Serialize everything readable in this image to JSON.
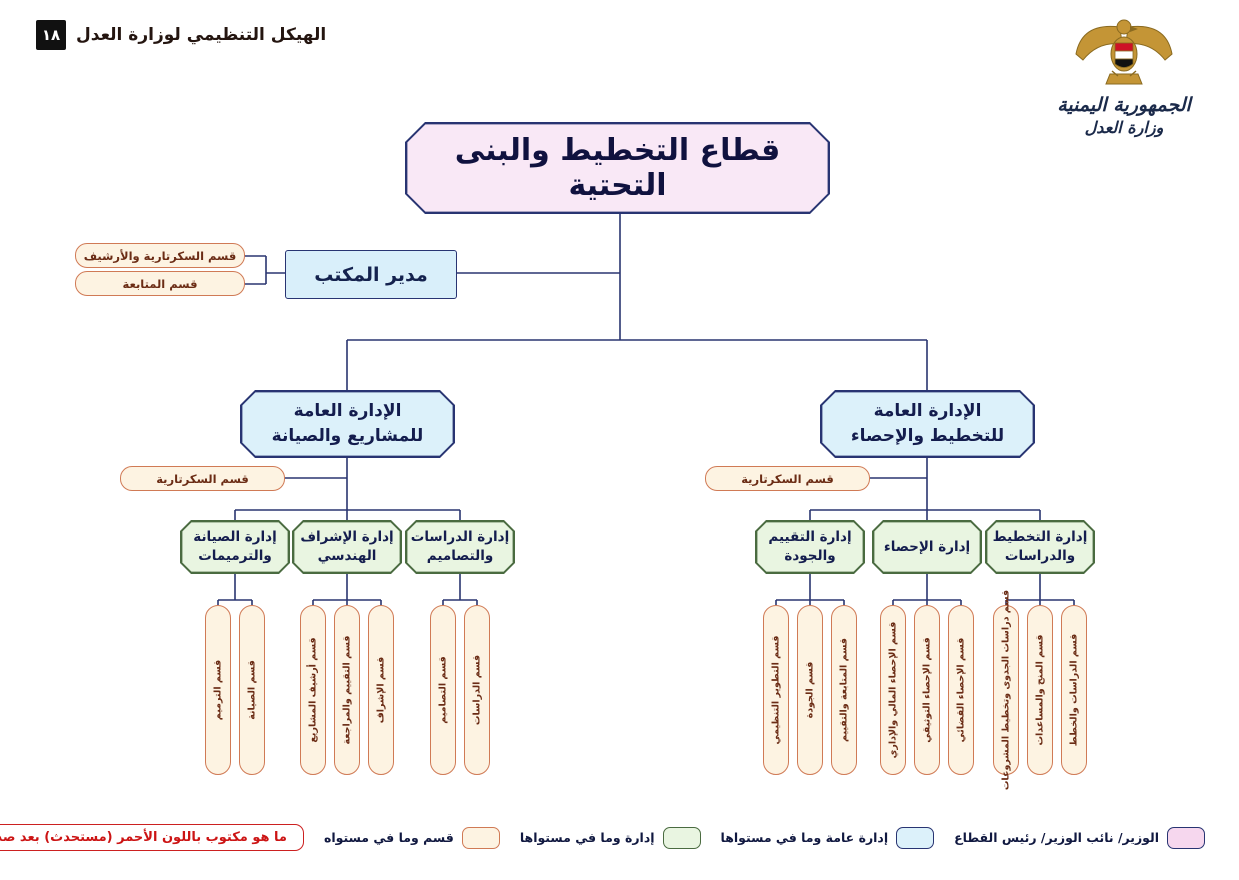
{
  "header": {
    "title": "الهيكل التنظيمي لوزارة العدل",
    "page_number": "١٨"
  },
  "emblem": {
    "country": "الجمهورية اليمنية",
    "ministry": "وزارة العدل"
  },
  "chart": {
    "sector_title": "قطاع التخطيط والبنى التحتية",
    "office_director": "مدير المكتب",
    "office_sections": [
      "قسم السكرتارية والأرشيف",
      "قسم المتابعة"
    ],
    "left_branch": {
      "title": "الإدارة العامة\nللمشاريع والصيانة",
      "secretariat": "قسم السكرتارية",
      "departments": [
        {
          "name": "إدارة الدراسات\nوالتصاميم",
          "sections": [
            "قسم الدراسات",
            "قسم التصاميم"
          ]
        },
        {
          "name": "إدارة الإشراف\nالهندسي",
          "sections": [
            "قسم الإشراف",
            "قسم التقييم والمراجعة",
            "قسم أرشيف المشاريع"
          ]
        },
        {
          "name": "إدارة الصيانة\nوالترميمات",
          "sections": [
            "قسم الصيانة",
            "قسم الترميم"
          ]
        }
      ]
    },
    "right_branch": {
      "title": "الإدارة العامة\nللتخطيط والإحصاء",
      "secretariat": "قسم السكرتارية",
      "departments": [
        {
          "name": "إدارة التخطيط\nوالدراسات",
          "sections": [
            "قسم الدراسات والخطط",
            "قسم المنح والمساعدات",
            "قسم دراسات الجدوى وتخطيط المشروعات"
          ]
        },
        {
          "name": "إدارة الإحصاء",
          "sections": [
            "قسم الإحصاء القضائي",
            "قسم الإحصاء التوثيقي",
            "قسم الإحصاء المالي والإداري"
          ]
        },
        {
          "name": "إدارة التقييم\nوالجودة",
          "sections": [
            "قسم المتابعة والتقييم",
            "قسم الجودة",
            "قسم التطوير التنظيمي"
          ]
        }
      ]
    }
  },
  "legend": {
    "items": [
      {
        "label": "الوزير/ نائب الوزير/ رئيس القطاع",
        "color": "#f6d7ee"
      },
      {
        "label": "إدارة عامة وما في مستواها",
        "color": "#dcf1fa"
      },
      {
        "label": "إدارة وما في مستواها",
        "color": "#e9f5e1"
      },
      {
        "label": "قسم وما في مستواه",
        "color": "#fdf3e2"
      }
    ],
    "red_note": "ما هو مكتوب باللون الأحمر (مستحدث) بعد صدور اللائحة"
  },
  "colors": {
    "line": "#2a3570",
    "navy_border": "#283472",
    "pink_fill": "#f9e8f6",
    "cyan_fill": "#dcf1fa",
    "green_fill": "#e9f5e1",
    "green_border": "#4a6b40",
    "salmon_fill": "#fdf3e2",
    "salmon_border": "#d07a55",
    "red_note": "#cc1414"
  }
}
